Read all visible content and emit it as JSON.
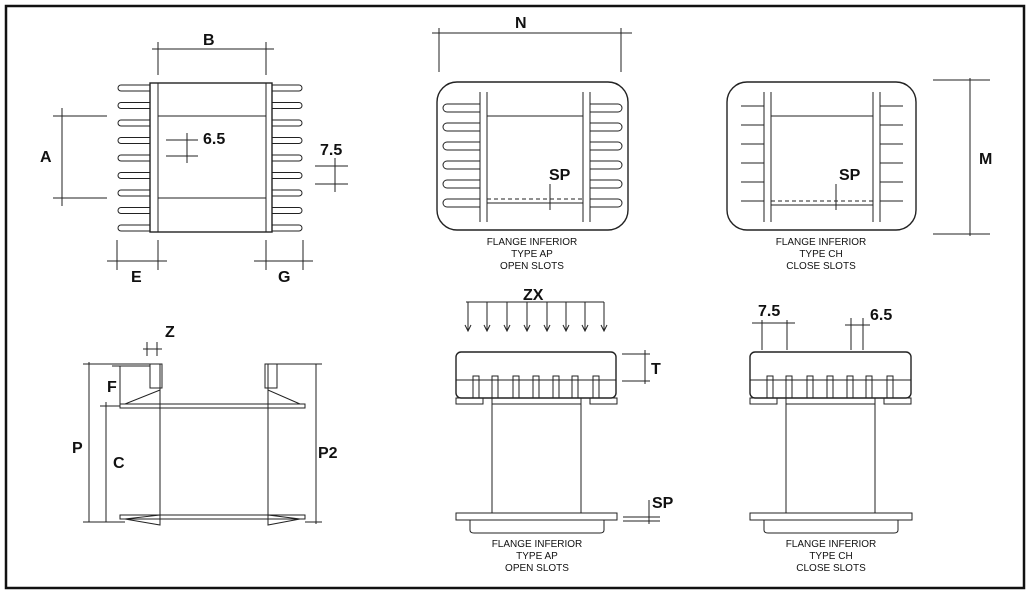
{
  "top_view": {
    "dim_a": "A",
    "dim_b": "B",
    "dim_e": "E",
    "dim_g": "G",
    "pitch_inner": "6.5",
    "pitch_outer": "7.5"
  },
  "side_view": {
    "dim_z": "Z",
    "dim_f": "F",
    "dim_p": "P",
    "dim_c": "C",
    "dim_p2": "P2"
  },
  "flange_ap_top": {
    "dim_n": "N",
    "dim_sp": "SP",
    "caption": [
      "FLANGE INFERIOR",
      "TYPE AP",
      "OPEN SLOTS"
    ]
  },
  "flange_ch_top": {
    "dim_m": "M",
    "dim_sp": "SP",
    "caption": [
      "FLANGE INFERIOR",
      "TYPE CH",
      "CLOSE SLOTS"
    ]
  },
  "flange_ap_side": {
    "dim_zx": "ZX",
    "dim_t": "T",
    "dim_sp": "SP",
    "caption": [
      "FLANGE INFERIOR",
      "TYPE AP",
      "OPEN SLOTS"
    ]
  },
  "flange_ch_side": {
    "pitch_outer": "7.5",
    "pitch_inner": "6.5",
    "caption": [
      "FLANGE INFERIOR",
      "TYPE CH",
      "CLOSE SLOTS"
    ]
  }
}
